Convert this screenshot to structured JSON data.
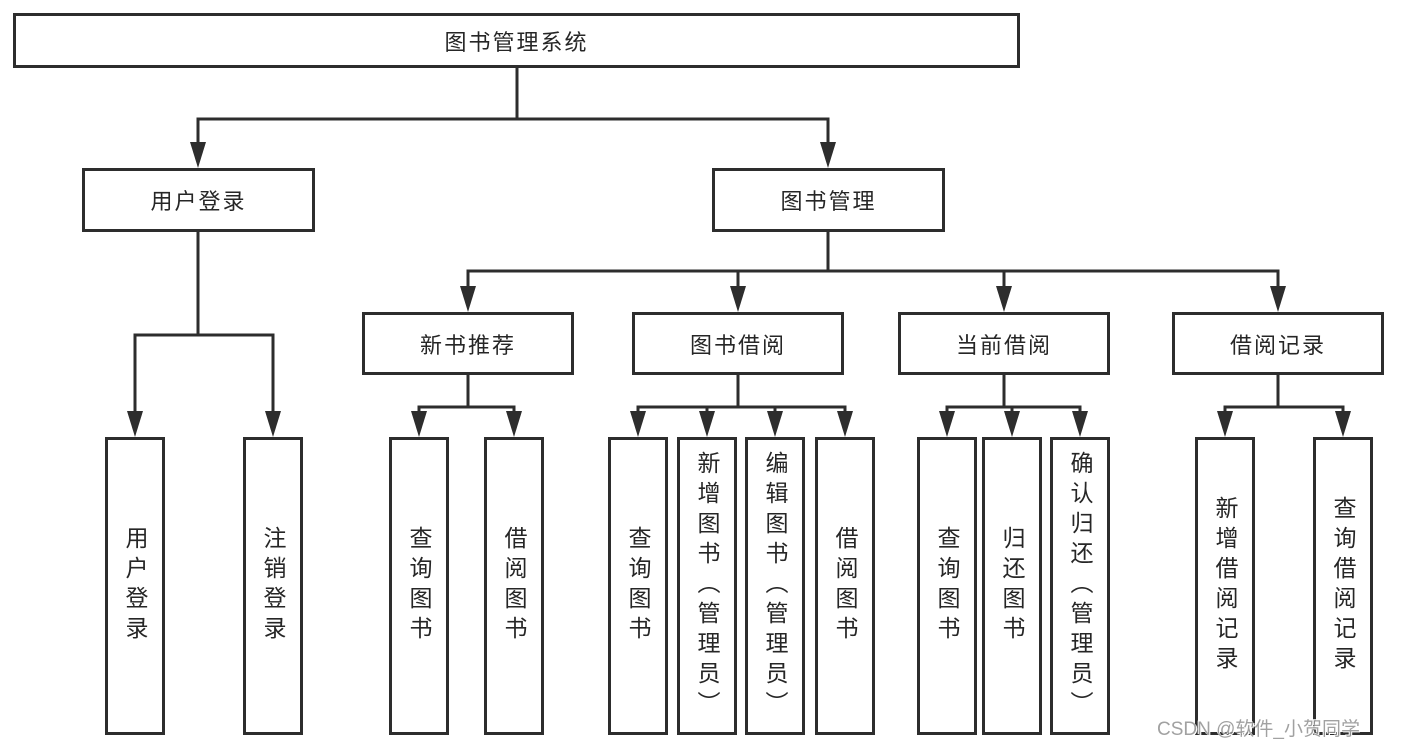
{
  "colors": {
    "line": "#2d2d2d",
    "box_border": "#2d2d2d",
    "box_background": "#ffffff",
    "text": "#262626",
    "watermark": "#919191"
  },
  "watermark": {
    "text": "CSDN @软件_小贺同学"
  },
  "tree": {
    "root": "图书管理系统",
    "children": [
      {
        "label": "用户登录",
        "children": [
          {
            "label": "用户登录"
          },
          {
            "label": "注销登录"
          }
        ]
      },
      {
        "label": "图书管理",
        "children": [
          {
            "label": "新书推荐",
            "children": [
              {
                "label": "查询图书"
              },
              {
                "label": "借阅图书"
              }
            ]
          },
          {
            "label": "图书借阅",
            "children": [
              {
                "label": "查询图书"
              },
              {
                "label": "新增图书（管理员）"
              },
              {
                "label": "编辑图书（管理员）"
              },
              {
                "label": "借阅图书"
              }
            ]
          },
          {
            "label": "当前借阅",
            "children": [
              {
                "label": "查询图书"
              },
              {
                "label": "归还图书"
              },
              {
                "label": "确认归还（管理员）"
              }
            ]
          },
          {
            "label": "借阅记录",
            "children": [
              {
                "label": "新增借阅记录"
              },
              {
                "label": "查询借阅记录"
              }
            ]
          }
        ]
      }
    ]
  }
}
